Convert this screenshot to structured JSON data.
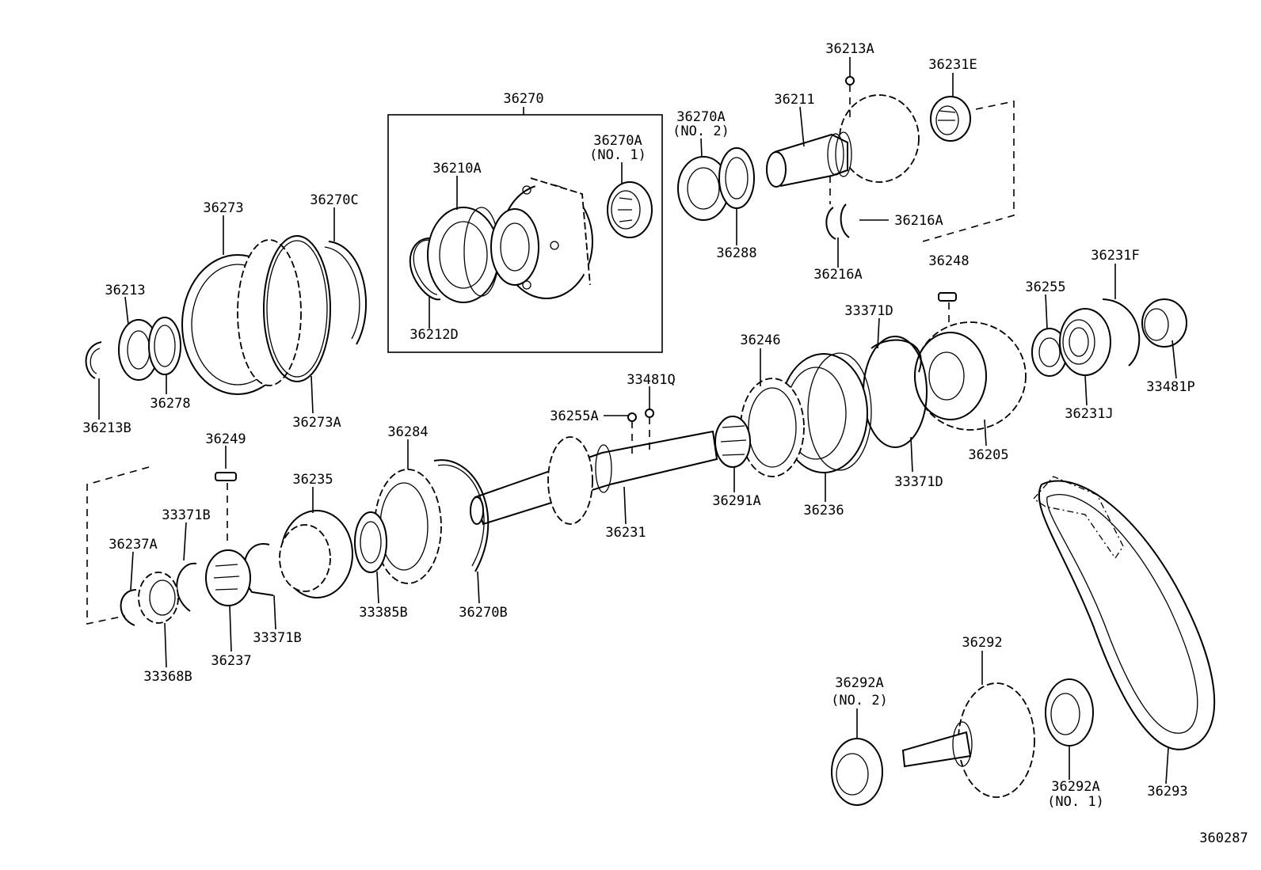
{
  "diagram_id": "360287",
  "labels": {
    "l36213A": "36213A",
    "l36231E": "36231E",
    "l36270": "36270",
    "l36211": "36211",
    "l36270A_2": "36270A",
    "l36270A_2_note": "(NO. 2)",
    "l36270A_1": "36270A",
    "l36270A_1_note": "(NO. 1)",
    "l36210A": "36210A",
    "l36270C": "36270C",
    "l36273": "36273",
    "l36216A_a": "36216A",
    "l36216A_b": "36216A",
    "l36288": "36288",
    "l36213": "36213",
    "l36212D": "36212D",
    "l36248": "36248",
    "l36231F": "36231F",
    "l36255": "36255",
    "l33371D_a": "33371D",
    "l36246": "36246",
    "l36278": "36278",
    "l36213B": "36213B",
    "l36273A": "36273A",
    "l33481Q": "33481Q",
    "l33481P": "33481P",
    "l36231J": "36231J",
    "l36255A": "36255A",
    "l36249": "36249",
    "l36284": "36284",
    "l36205": "36205",
    "l36235": "36235",
    "l33371D_b": "33371D",
    "l36291A": "36291A",
    "l33371B_a": "33371B",
    "l36237A": "36237A",
    "l36231": "36231",
    "l36236": "36236",
    "l33385B": "33385B",
    "l36270B": "36270B",
    "l33371B_b": "33371B",
    "l36237": "36237",
    "l33368B": "33368B",
    "l36292": "36292",
    "l36292A_2": "36292A",
    "l36292A_2_note": "(NO. 2)",
    "l36292A_1": "36292A",
    "l36292A_1_note": "(NO. 1)",
    "l36293": "36293"
  }
}
